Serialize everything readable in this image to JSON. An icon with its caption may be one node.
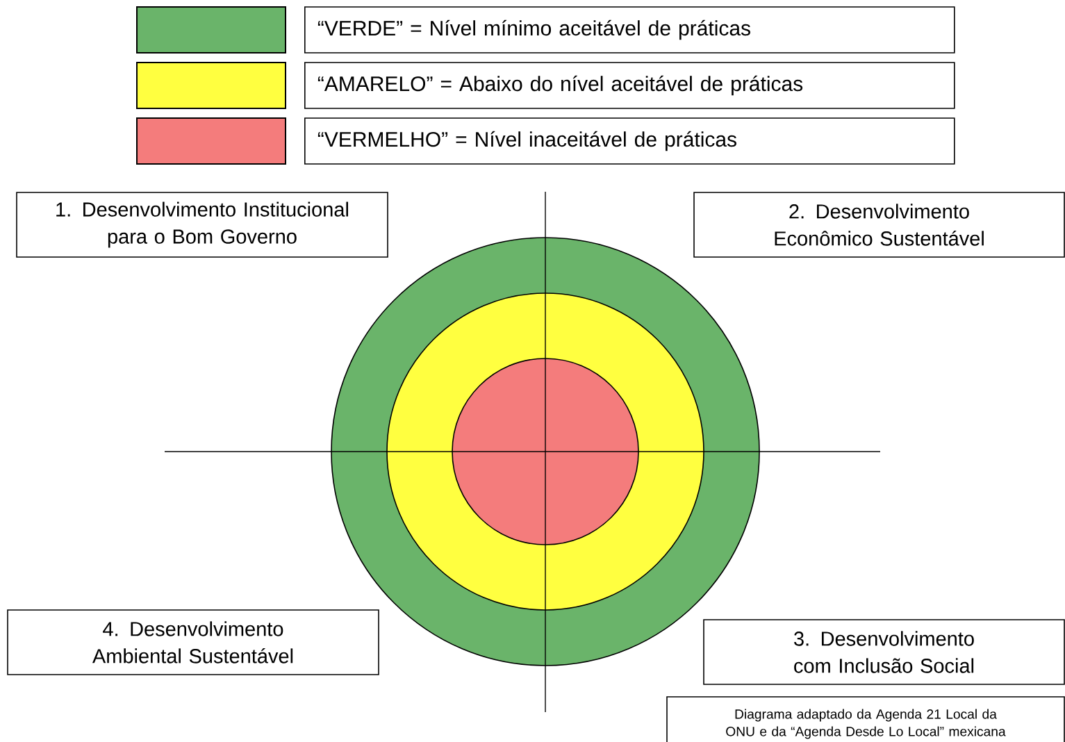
{
  "diagram": {
    "nodes": [
      {
        "text": [
          "1. Desenvolvimento Institucional para o Bom Governo"
        ]
      },
      {
        "text": [
          "2. Desenvolvimento Econômico Sustentável"
        ]
      },
      {
        "text": [
          "4. Desenvolvimento Ambiental Sustentável"
        ]
      },
      {
        "text": [
          "3. Desenvolvimento com Inclusão Social"
        ]
      },
      {
        "text": [
          "Diagrama adaptado da Agenda 21 Local da ONU e da “Agenda Desde Lo Local” mexicana"
        ]
      }
    ],
    "legend": [
      {
        "text": "“VERDE” = Nível mínimo aceitável de práticas",
        "color": "#6ab46a"
      },
      {
        "text": "“AMARELO” = Abaixo do nível aceitável de práticas",
        "color": "#ffff40"
      },
      {
        "text": "“VERMELHO” = Nível inaceitável de práticas",
        "color": "#f47c7c"
      }
    ]
  }
}
